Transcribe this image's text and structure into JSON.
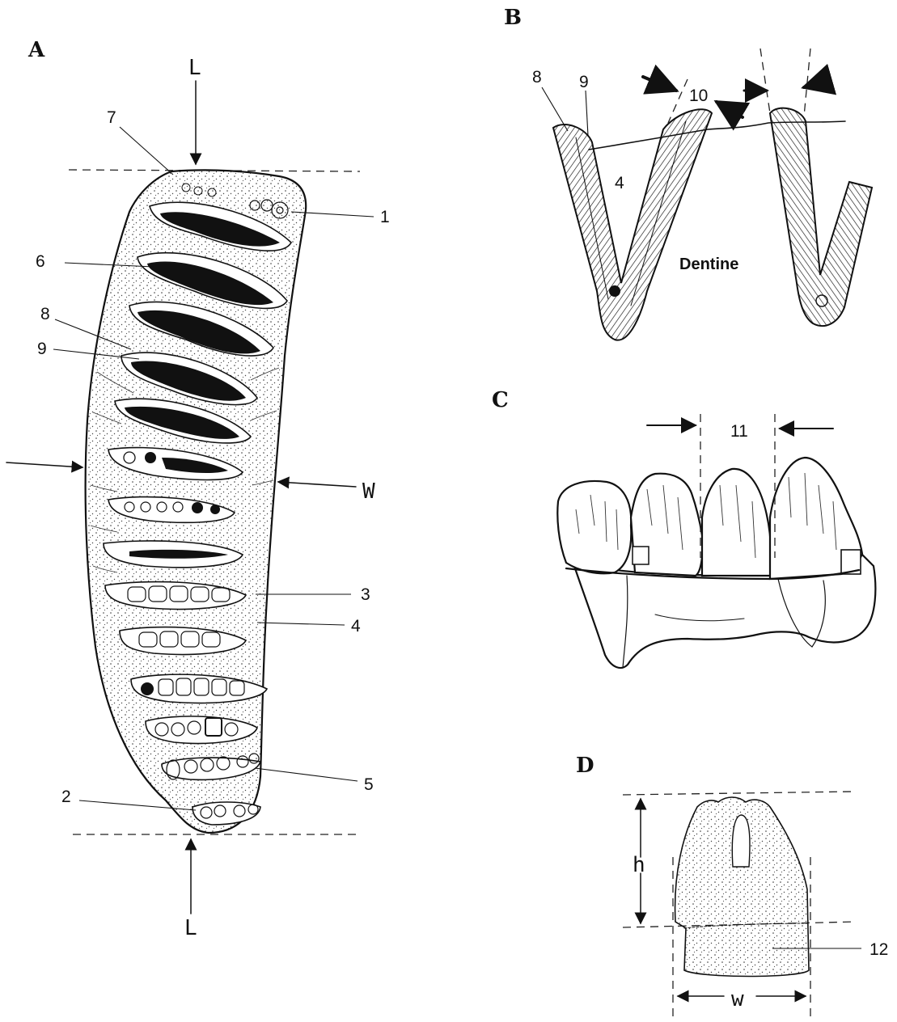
{
  "panels": {
    "a": {
      "letter": "A"
    },
    "b": {
      "letter": "B"
    },
    "c": {
      "letter": "C"
    },
    "d": {
      "letter": "D"
    }
  },
  "labels_a": {
    "l_top": "L",
    "l_bottom": "L",
    "w": "W",
    "n1": "1",
    "n2": "2",
    "n3": "3",
    "n4": "4",
    "n5": "5",
    "n6": "6",
    "n7": "7",
    "n8": "8",
    "n9": "9"
  },
  "labels_b": {
    "n8": "8",
    "n9": "9",
    "n10": "10",
    "n4": "4",
    "dentine": "Dentine"
  },
  "labels_c": {
    "n11": "11"
  },
  "labels_d": {
    "h": "h",
    "w": "w",
    "n12": "12"
  },
  "colors": {
    "ink": "#111111",
    "background": "#ffffff"
  }
}
